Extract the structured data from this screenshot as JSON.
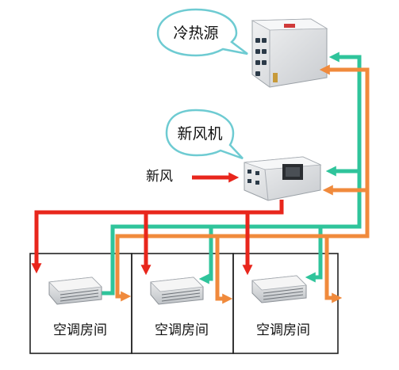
{
  "labels": {
    "chiller": "冷热源",
    "fresh_air_unit": "新风机",
    "fresh_air": "新风",
    "room_1": "空调房间",
    "room_2": "空调房间",
    "room_3": "空调房间"
  },
  "colors": {
    "supply_air": "#e8261c",
    "supply_water": "#2fc49b",
    "return_water": "#f08a3c",
    "bubble_border": "#6ecbd2",
    "unit_body": "#e4e6e8",
    "room_border": "#222222"
  }
}
